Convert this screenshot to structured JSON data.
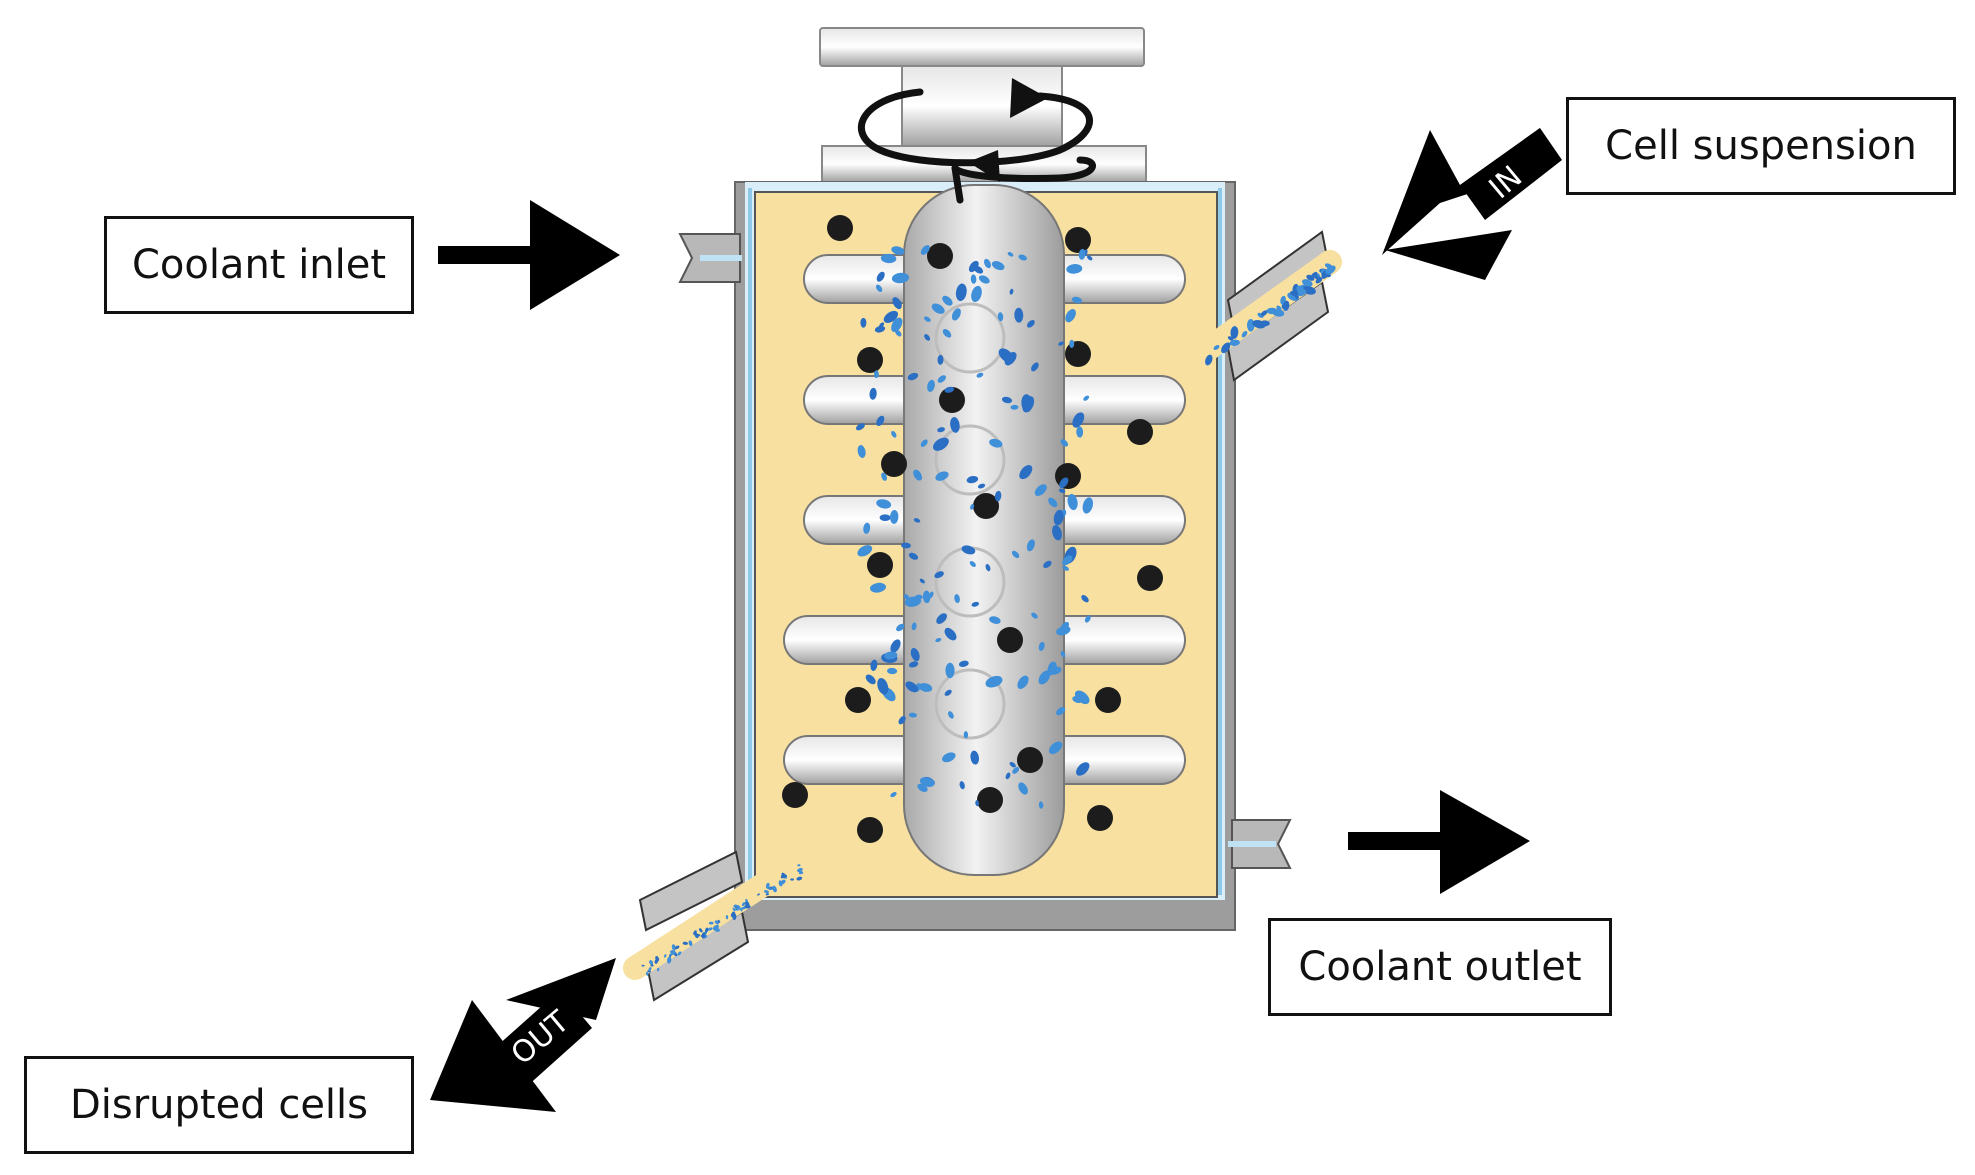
{
  "labels": {
    "coolant_inlet": "Coolant inlet",
    "cell_suspension": "Cell suspension",
    "coolant_outlet": "Coolant outlet",
    "disrupted_cells": "Disrupted cells"
  },
  "arrow_tags": {
    "in": "IN",
    "out": "OUT"
  },
  "colors": {
    "chamber_fill": "#f7e0a0",
    "jacket_wall": "#b0b0b0",
    "coolant_line": "#bfe3f5",
    "bead": "#1c1c1c",
    "cells": "#2b6fc4",
    "arrow": "#000000"
  }
}
